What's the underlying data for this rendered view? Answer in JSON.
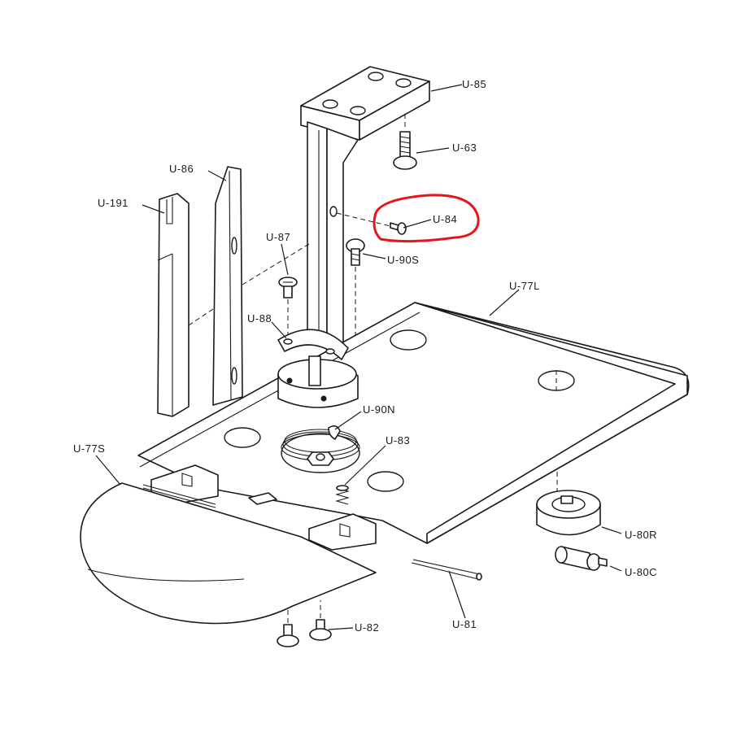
{
  "colors": {
    "line": "#1a1a1a",
    "highlight": "#e8141c",
    "background": "#ffffff"
  },
  "labels": {
    "u85": "U-85",
    "u63": "U-63",
    "u86": "U-86",
    "u191": "U-191",
    "u84": "U-84",
    "u87": "U-87",
    "u90s": "U-90S",
    "u77l": "U-77L",
    "u88": "U-88",
    "u90n": "U-90N",
    "u83": "U-83",
    "u77s": "U-77S",
    "u80r": "U-80R",
    "u80c": "U-80C",
    "u82": "U-82",
    "u81": "U-81"
  }
}
